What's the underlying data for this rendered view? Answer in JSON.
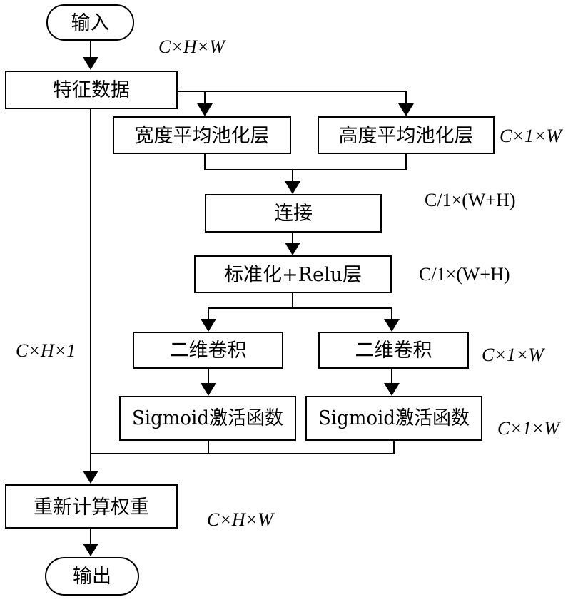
{
  "nodes": {
    "input": "输入",
    "feature_data": "特征数据",
    "width_pool": "宽度平均池化层",
    "height_pool": "高度平均池化层",
    "concat": "连接",
    "norm_relu": "标准化+Relu层",
    "conv_left": "二维卷积",
    "conv_right": "二维卷积",
    "sigmoid_left": "Sigmoid激活函数",
    "sigmoid_right": "Sigmoid激活函数",
    "reweight": "重新计算权重",
    "output": "输出"
  },
  "dimensions": {
    "input": "C×H×W",
    "pool": "C×1×W",
    "concat": "C/1×(W+H)",
    "norm": "C/1×(W+H)",
    "conv": "C×1×W",
    "sigmoid": "C×1×W",
    "bypass": "C×H×1",
    "reweight": "C×H×W"
  }
}
